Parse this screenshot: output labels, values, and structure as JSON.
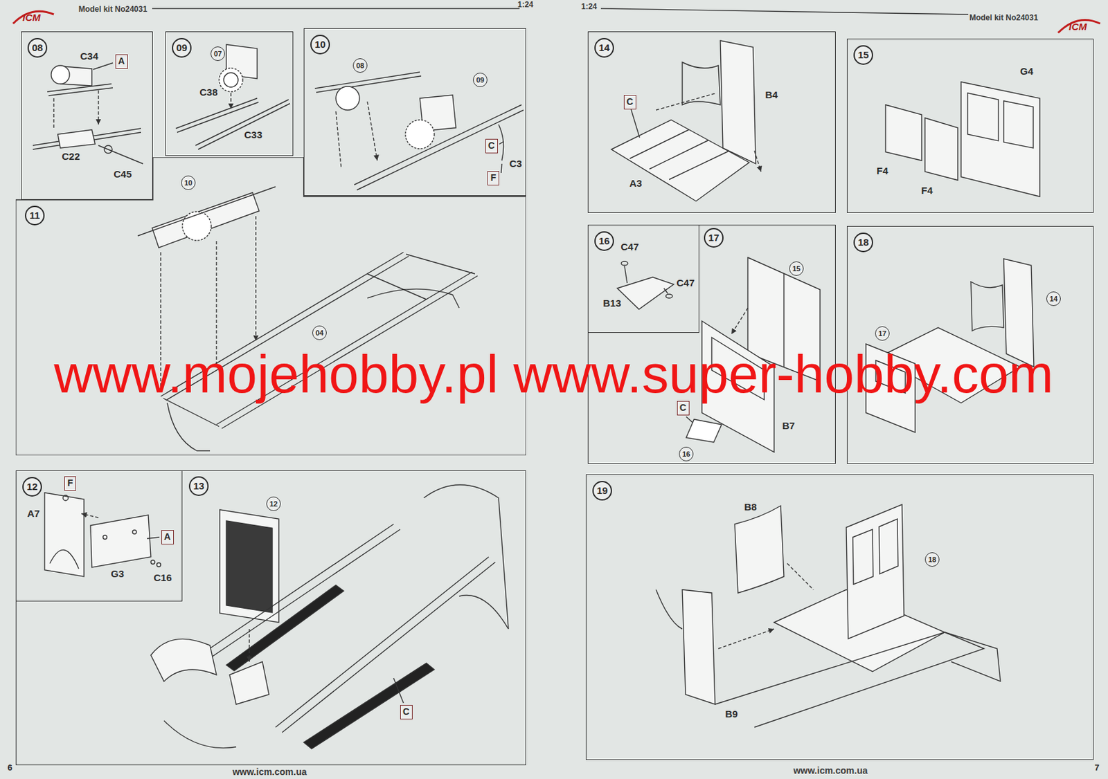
{
  "diagram": {
    "nodes": [
      {
        "text": [
          "08"
        ]
      },
      {
        "text": [
          "A"
        ],
        "in": 0
      },
      {
        "text": [
          "09"
        ]
      },
      {
        "text": [
          "07"
        ],
        "in": 2
      },
      {
        "text": [
          "10"
        ]
      },
      {
        "text": [
          "08"
        ],
        "in": 4
      },
      {
        "text": [
          "09"
        ],
        "in": 4
      },
      {
        "text": [
          "C"
        ],
        "in": 4
      },
      {
        "text": [
          "F"
        ],
        "in": 4
      },
      {
        "text": [
          "11"
        ]
      },
      {
        "text": [
          "10"
        ],
        "in": 9
      },
      {
        "text": [
          "04"
        ],
        "in": 9
      },
      {
        "text": [
          "12"
        ]
      },
      {
        "text": [
          "F"
        ],
        "in": 12
      },
      {
        "text": [
          "A"
        ],
        "in": 12
      },
      {
        "text": [
          "13"
        ]
      },
      {
        "text": [
          "12"
        ],
        "in": 15
      },
      {
        "text": [
          "C"
        ],
        "in": 15
      },
      {
        "text": [
          "14"
        ]
      },
      {
        "text": [
          "C"
        ],
        "in": 18
      },
      {
        "text": [
          "15"
        ]
      },
      {
        "text": [
          "16"
        ]
      },
      {
        "text": [
          "17"
        ]
      },
      {
        "text": [
          "15"
        ],
        "in": 22
      },
      {
        "text": [
          "16"
        ],
        "in": 22
      },
      {
        "text": [
          "C"
        ],
        "in": 22
      },
      {
        "text": [
          "18"
        ]
      },
      {
        "text": [
          "17"
        ],
        "in": 26
      },
      {
        "text": [
          "14"
        ],
        "in": 26
      },
      {
        "text": [
          "19"
        ]
      },
      {
        "text": [
          "18"
        ],
        "in": 29
      }
    ],
    "labels": [
      "ICM",
      "Model kit No24031",
      "1:24",
      "1:24",
      "Model kit No24031",
      "ICM",
      "C34",
      "C22",
      "C45",
      "C38",
      "C33",
      "C3",
      "A7",
      "G3",
      "C16",
      "B4",
      "A3",
      "G4",
      "F4",
      "F4",
      "C47",
      "C47",
      "B13",
      "B7",
      "B8",
      "B9",
      "www.mojehobby.pl www.super-hobby.com",
      "6",
      "7",
      "www.icm.com.ua",
      "www.icm.com.ua"
    ]
  }
}
